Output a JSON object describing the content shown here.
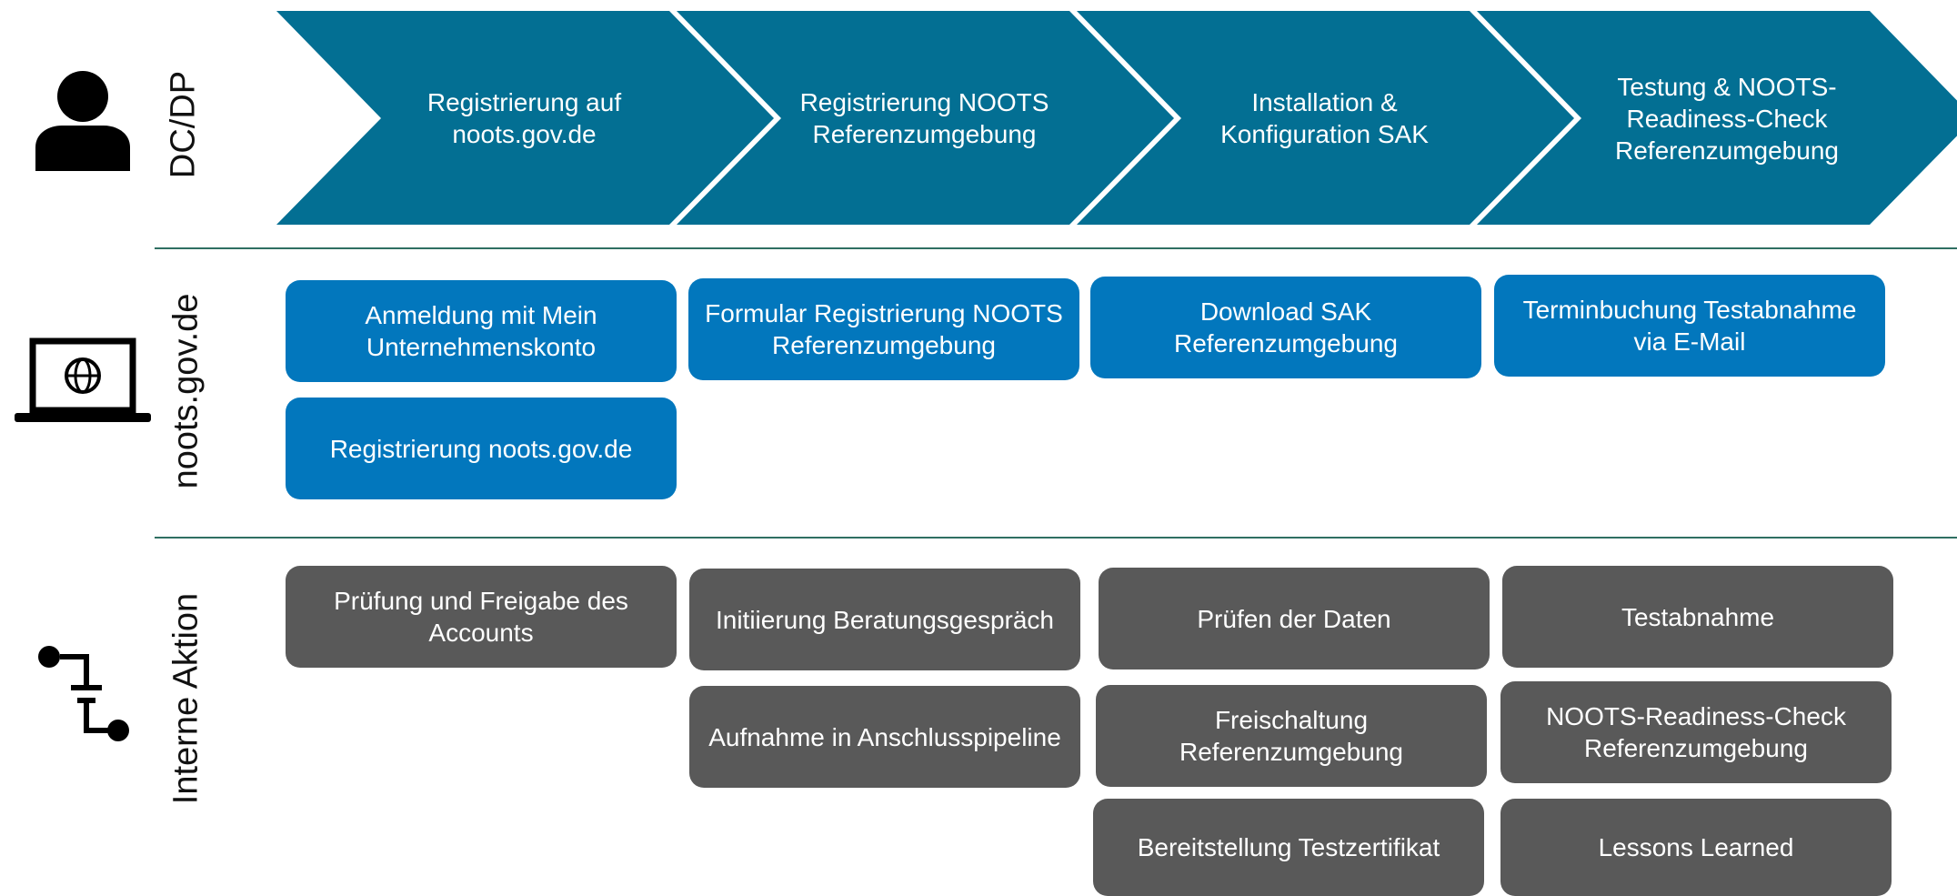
{
  "colors": {
    "chevron": "#036f93",
    "blue_box": "#0277bd",
    "gray_box": "#595959",
    "divider": "#2f6f62"
  },
  "lanes": [
    {
      "label": "DC/DP",
      "icon": "person-icon"
    },
    {
      "label": "noots.gov.de",
      "icon": "laptop-globe-icon"
    },
    {
      "label": "Interne Aktion",
      "icon": "process-flow-icon"
    }
  ],
  "steps": [
    "Registrierung auf\nnoots.gov.de",
    "Registrierung NOOTS\nReferenzumgebung",
    "Installation &\nKonfiguration SAK",
    "Testung & NOOTS-\nReadiness-Check\nReferenzumgebung"
  ],
  "portal_boxes": [
    "Anmeldung mit Mein\nUnternehmenskonto",
    "Registrierung noots.gov.de",
    "Formular Registrierung NOOTS\nReferenzumgebung",
    "Download SAK\nReferenzumgebung",
    "Terminbuchung Testabnahme\nvia E-Mail"
  ],
  "internal_boxes": [
    "Prüfung und Freigabe des\nAccounts",
    "Initiierung Beratungsgespräch",
    "Aufnahme in Anschlusspipeline",
    "Prüfen der Daten",
    "Freischaltung\nReferenzumgebung",
    "Bereitstellung Testzertifikat",
    "Testabnahme",
    "NOOTS-Readiness-Check\nReferenzumgebung",
    "Lessons Learned"
  ]
}
